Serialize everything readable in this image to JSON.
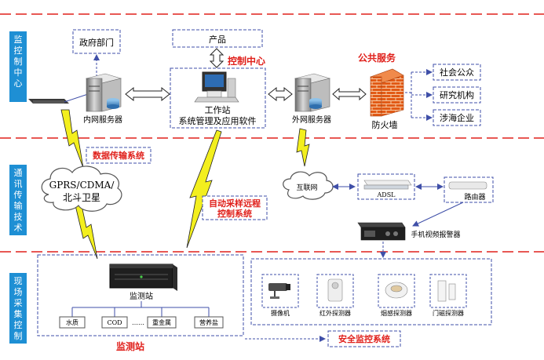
{
  "sections": [
    {
      "label": "监控制中心"
    },
    {
      "label": "通讯传输技术"
    },
    {
      "label": "现场采集控制"
    }
  ],
  "nodes": {
    "gov": "政府部门",
    "product": "产品",
    "control_center": "控制中心",
    "public_service": "公共服务",
    "society": "社会公众",
    "research": "研究机构",
    "enterprise": "涉海企业",
    "inner_server": "内网服务器",
    "workstation": "工作站",
    "workstation_sub": "系统管理及应用软件",
    "outer_server": "外网服务器",
    "firewall": "防火墙",
    "data_transfer": "数据传输系统",
    "gprs_line1": "GPRS/CDMA/",
    "gprs_line2": "北斗卫星",
    "internet": "互联网",
    "adsl": "ADSL",
    "router": "路由器",
    "remote_control_line1": "自动采样远程",
    "remote_control_line2": "控制系统",
    "phone_alarm": "手机视频报警器",
    "monitor_unit": "监测站",
    "monitor_station": "监测站",
    "security_system": "安全监控系统"
  },
  "sensors": [
    "水质",
    "COD",
    "……",
    "重金属",
    "营养盐"
  ],
  "security_devices": [
    "摄像机",
    "红外探测器",
    "烟感探测器",
    "门磁探测器"
  ],
  "colors": {
    "red": "#e0201b",
    "blue_dash": "#3f4fa8",
    "side_blue": "#1e8fd4",
    "bolt": "#f3ef1e"
  }
}
